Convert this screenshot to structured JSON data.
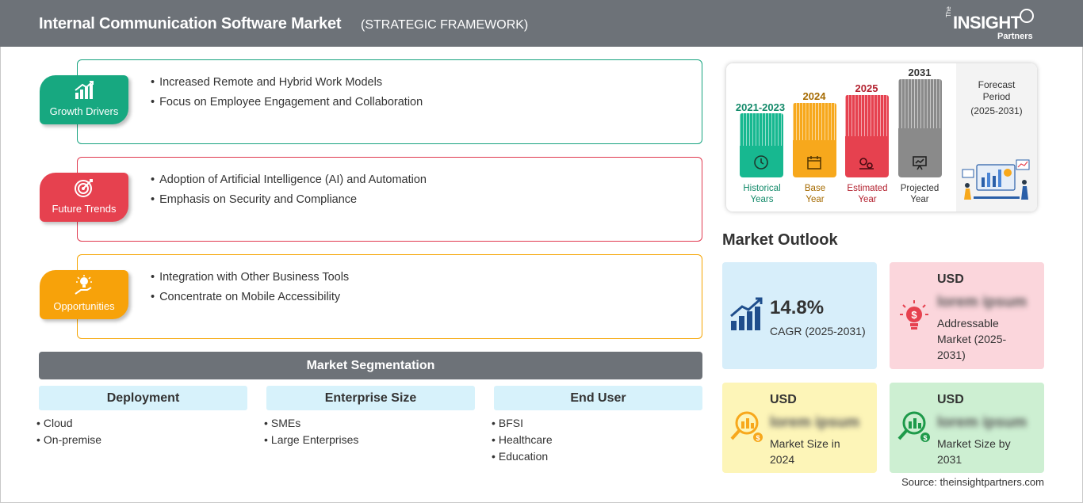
{
  "header": {
    "title": "Internal Communication Software Market",
    "subtitle": "(STRATEGIC FRAMEWORK)",
    "logo_the": "The",
    "logo_insight": "INSIGHT",
    "logo_partners": "Partners"
  },
  "framework": [
    {
      "label": "Growth Drivers",
      "color": "#17a880",
      "icon": "growth-chart-icon",
      "points": [
        "Increased Remote and Hybrid Work Models",
        "Focus on Employee Engagement and Collaboration"
      ]
    },
    {
      "label": "Future Trends",
      "color": "#e6414f",
      "icon": "target-icon",
      "points": [
        "Adoption of Artificial Intelligence (AI) and Automation",
        "Emphasis on Security and Compliance"
      ]
    },
    {
      "label": "Opportunities",
      "color": "#f7a20a",
      "icon": "lightbulb-hand-icon",
      "points": [
        "Integration with Other Business Tools",
        "Concentrate on Mobile Accessibility"
      ]
    }
  ],
  "segmentation": {
    "title": "Market Segmentation",
    "columns": [
      {
        "heading": "Deployment",
        "items": [
          "Cloud",
          "On-premise"
        ]
      },
      {
        "heading": "Enterprise Size",
        "items": [
          "SMEs",
          "Large Enterprises"
        ]
      },
      {
        "heading": "End User",
        "items": [
          "BFSI",
          "Healthcare",
          "Education"
        ]
      }
    ]
  },
  "timeline": {
    "bars": [
      {
        "year": "2021-2023",
        "caption_line1": "Historical",
        "caption_line2": "Years",
        "color": "#17b890",
        "text_color": "#138a6a"
      },
      {
        "year": "2024",
        "caption_line1": "Base",
        "caption_line2": "Year",
        "color": "#f7a81c",
        "text_color": "#a56a00"
      },
      {
        "year": "2025",
        "caption_line1": "Estimated",
        "caption_line2": "Year",
        "color": "#e6414f",
        "text_color": "#b3212f"
      },
      {
        "year": "2031",
        "caption_line1": "Projected",
        "caption_line2": "Year",
        "color": "#8a8a8a",
        "text_color": "#333333"
      }
    ],
    "forecast_line1": "Forecast",
    "forecast_line2": "Period",
    "forecast_line3": "(2025-2031)"
  },
  "outlook": {
    "title": "Market Outlook",
    "cagr_value": "14.8%",
    "cagr_label": "CAGR (2025-2031)",
    "addressable": {
      "currency": "USD",
      "value": "lorem ipsum",
      "line1": "Addressable",
      "line2": "Market (2025-",
      "line3": "2031)"
    },
    "size_2024": {
      "currency": "USD",
      "value": "lorem ipsum",
      "line1": "Market Size in",
      "line2": "2024"
    },
    "size_2031": {
      "currency": "USD",
      "value": "lorem ipsum",
      "line1": "Market Size by",
      "line2": "2031"
    }
  },
  "source": "Source: theinsightpartners.com"
}
